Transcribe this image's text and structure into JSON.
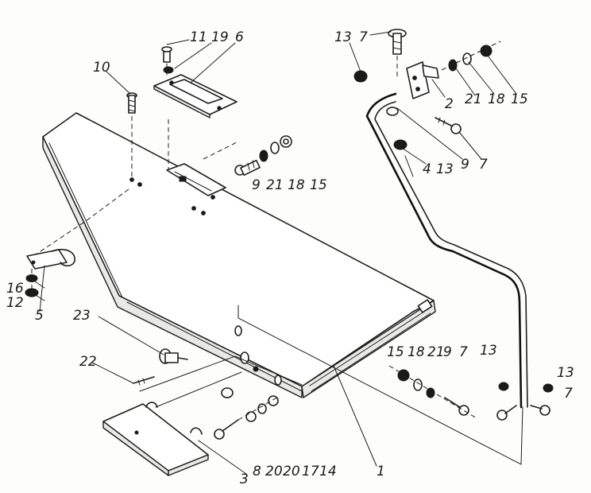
{
  "callouts": [
    {
      "id": "c11",
      "text": "11"
    },
    {
      "id": "c19",
      "text": "19"
    },
    {
      "id": "c6",
      "text": "6"
    },
    {
      "id": "c10",
      "text": "10"
    },
    {
      "id": "c13a",
      "text": "13"
    },
    {
      "id": "c7a",
      "text": "7"
    },
    {
      "id": "c2",
      "text": "2"
    },
    {
      "id": "c21a",
      "text": "21"
    },
    {
      "id": "c18a",
      "text": "18"
    },
    {
      "id": "c15a",
      "text": "15"
    },
    {
      "id": "c9a",
      "text": "9"
    },
    {
      "id": "c7b",
      "text": "7"
    },
    {
      "id": "c4",
      "text": "4"
    },
    {
      "id": "c13b",
      "text": "13"
    },
    {
      "id": "c9b",
      "text": "9"
    },
    {
      "id": "c21b",
      "text": "21"
    },
    {
      "id": "c18b",
      "text": "18"
    },
    {
      "id": "c15b",
      "text": "15"
    },
    {
      "id": "c16",
      "text": "16"
    },
    {
      "id": "c12",
      "text": "12"
    },
    {
      "id": "c5",
      "text": "5"
    },
    {
      "id": "c23",
      "text": "23"
    },
    {
      "id": "c22",
      "text": "22"
    },
    {
      "id": "c15c",
      "text": "15"
    },
    {
      "id": "c18c",
      "text": "18"
    },
    {
      "id": "c21c",
      "text": "21"
    },
    {
      "id": "c9c",
      "text": "9"
    },
    {
      "id": "c7c",
      "text": "7"
    },
    {
      "id": "c13c",
      "text": "13"
    },
    {
      "id": "c13d",
      "text": "13"
    },
    {
      "id": "c7d",
      "text": "7"
    },
    {
      "id": "c8",
      "text": "8"
    },
    {
      "id": "c20a",
      "text": "20"
    },
    {
      "id": "c20b",
      "text": "20"
    },
    {
      "id": "c17",
      "text": "17"
    },
    {
      "id": "c14",
      "text": "14"
    },
    {
      "id": "c3",
      "text": "3"
    },
    {
      "id": "c1",
      "text": "1"
    }
  ]
}
